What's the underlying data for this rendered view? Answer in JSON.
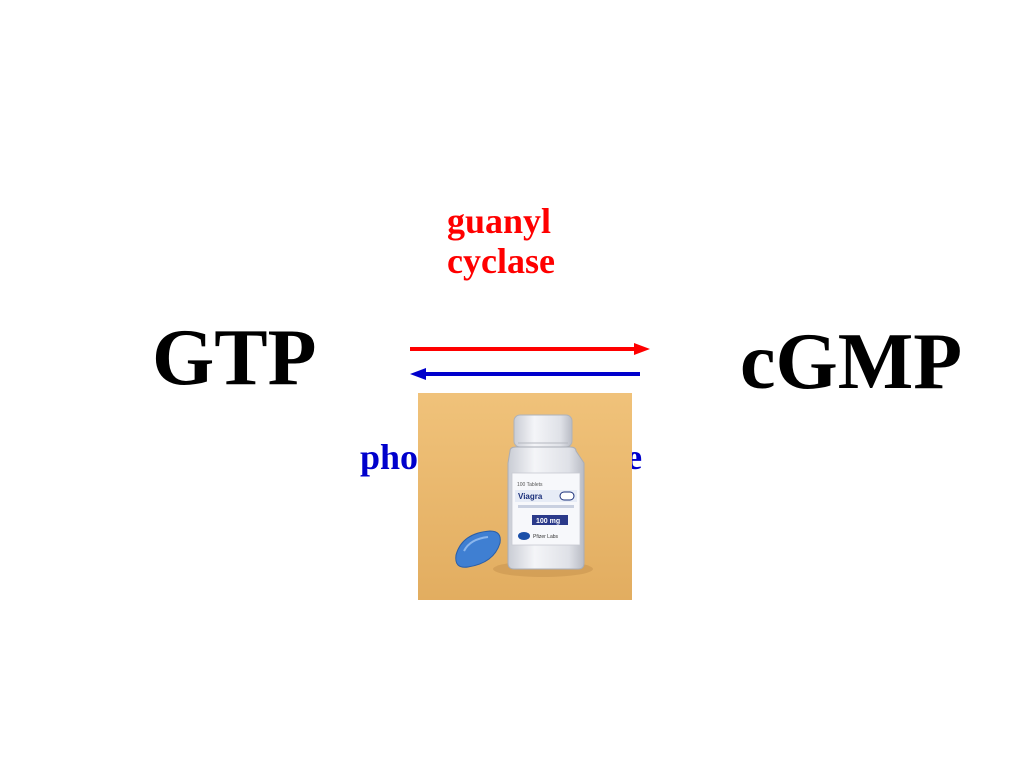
{
  "reaction": {
    "substrate": "GTP",
    "product": "cGMP",
    "forward_enzyme_line1": "guanyl",
    "forward_enzyme_line2": "cyclase",
    "reverse_enzyme": "phosphodiesterase"
  },
  "colors": {
    "forward": "#ff0000",
    "reverse": "#0000cc",
    "text": "#000000",
    "photo_background": "#e8b86a"
  },
  "photo": {
    "label_brand": "Viagra",
    "label_dose": "100 mg",
    "label_count": "100 Tablets",
    "label_maker": "Pfizer Labs"
  }
}
